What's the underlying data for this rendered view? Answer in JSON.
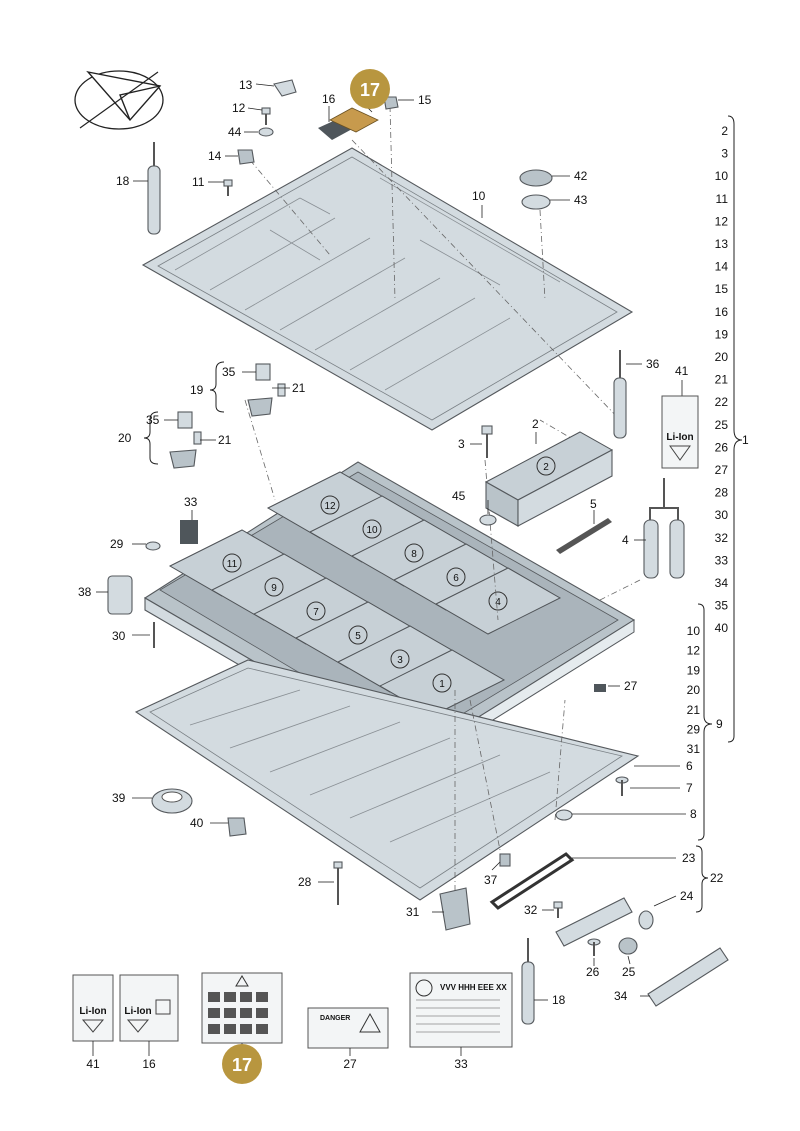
{
  "callouts": {
    "p2": "2",
    "p3": "3",
    "p4": "4",
    "p5": "5",
    "p6": "6",
    "p7": "7",
    "p8": "8",
    "p10": "10",
    "p11": "11",
    "p12": "12",
    "p13": "13",
    "p14": "14",
    "p15": "15",
    "p16": "16",
    "p18": "18",
    "p19": "19",
    "p20": "20",
    "p21a": "21",
    "p21b": "21",
    "p23": "23",
    "p24": "24",
    "p25": "25",
    "p26": "26",
    "p27": "27",
    "p28": "28",
    "p29": "29",
    "p30": "30",
    "p31": "31",
    "p32": "32",
    "p33": "33",
    "p34": "34",
    "p35a": "35",
    "p35b": "35",
    "p36": "36",
    "p37": "37",
    "p38": "38",
    "p39": "39",
    "p40": "40",
    "p41": "41",
    "p42": "42",
    "p43": "43",
    "p44": "44",
    "p45": "45",
    "p18b": "18",
    "b16": "16",
    "b41": "41",
    "b27": "27",
    "b33": "33"
  },
  "highlight": {
    "top": "17",
    "bottom": "17"
  },
  "bracket1": {
    "label": "1",
    "items": [
      "2",
      "3",
      "10",
      "11",
      "12",
      "13",
      "14",
      "15",
      "16",
      "19",
      "20",
      "21",
      "22",
      "25",
      "26",
      "27",
      "28",
      "30",
      "32",
      "33",
      "34",
      "35",
      "40"
    ]
  },
  "bracket9": {
    "label": "9",
    "items": [
      "10",
      "12",
      "19",
      "20",
      "21",
      "29",
      "31"
    ]
  },
  "bracket22": {
    "label": "22"
  },
  "module_numbers": [
    "12",
    "10",
    "8",
    "6",
    "4",
    "11",
    "9",
    "7",
    "5",
    "3",
    "1",
    "2"
  ],
  "labels": {
    "li_ion": "Li-Ion",
    "danger": "DANGER",
    "vin": "VVV HHH EEE XX"
  },
  "colors": {
    "highlight": "#b8963f",
    "part": "#d3dbe0",
    "line": "#55595d"
  }
}
